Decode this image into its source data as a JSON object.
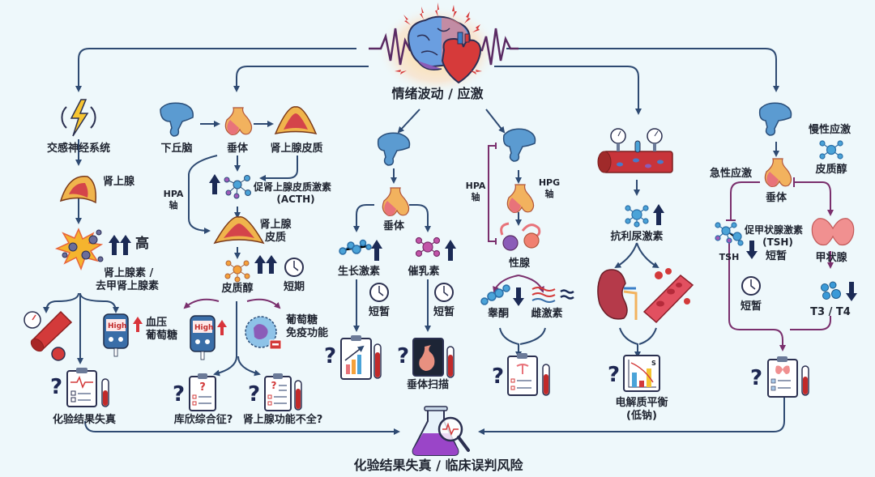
{
  "top": {
    "title": "情绪波动 / 应激",
    "icons": [
      "brain-icon",
      "heart-icon",
      "heartbeat-wave-icon"
    ]
  },
  "bottom": {
    "title": "化验结果失真 / 临床误判风险",
    "icon": "lab-flask-magnifier-icon"
  },
  "col_sns": {
    "system": "交感神经系统",
    "gland": "肾上腺",
    "level": "高",
    "hormone_line1": "肾上腺素 /",
    "hormone_line2": "去甲肾上腺素",
    "effect_line1": "血压",
    "effect_line2": "葡萄糖",
    "meter_text": "High",
    "result": "化验结果失真"
  },
  "col_hpa": {
    "hypothalamus": "下丘脑",
    "pituitary": "垂体",
    "adrenal_cortex": "肾上腺皮质",
    "axis_line1": "HPA",
    "axis_line2": "轴",
    "acth_line1": "促肾上腺皮质激素",
    "acth_line2": "(ACTH)",
    "adrenal_cortex2_line1": "肾上腺",
    "adrenal_cortex2_line2": "皮质",
    "cortisol": "皮质醇",
    "duration": "短期",
    "meter_text": "High",
    "effect_line1": "葡萄糖",
    "effect_line2": "免疫功能",
    "result_a": "库欣综合征?",
    "result_b": "肾上腺功能不全?"
  },
  "col_gh": {
    "pituitary": "垂体",
    "gh": "生长激素",
    "prolactin": "催乳素",
    "duration_a": "短暂",
    "duration_b": "短暂",
    "scan": "垂体扫描"
  },
  "col_hpg": {
    "hpa_line1": "HPA",
    "hpa_line2": "轴",
    "hpg_line1": "HPG",
    "hpg_line2": "轴",
    "gonads": "性腺",
    "testosterone": "睾酮",
    "estrogen": "雌激素"
  },
  "col_adh": {
    "hormone": "抗利尿激素",
    "result_line1": "电解质平衡",
    "result_line2": "(低钠)",
    "chart_glyph": "S"
  },
  "col_thyroid": {
    "chronic": "慢性应激",
    "cortisol": "皮质醇",
    "acute": "急性应激",
    "pituitary": "垂体",
    "tsh_line1": "促甲状腺激素",
    "tsh_line2": "(TSH)",
    "tsh_short": "TSH",
    "brief_a": "短暂",
    "brief_b": "短暂",
    "thyroid": "甲状腺",
    "t3t4": "T3 / T4"
  },
  "colors": {
    "background": "#eef8fb",
    "arrow_blue": "#2e4a72",
    "arrow_purple": "#7a2f6d",
    "up_arrow_navy": "#1b2a55",
    "red_up": "#d8343a",
    "pituitary_pink": "#e8737a",
    "pituitary_orange": "#f2b25e",
    "adrenal_orange": "#f0b44c",
    "adrenal_red": "#d4444a",
    "hypothalamus_blue": "#5b9bd1",
    "molecule_blue": "#4aa3d8",
    "molecule_purple": "#a05ab8",
    "molecule_orange": "#f5a13a",
    "text": "#1f2430"
  }
}
